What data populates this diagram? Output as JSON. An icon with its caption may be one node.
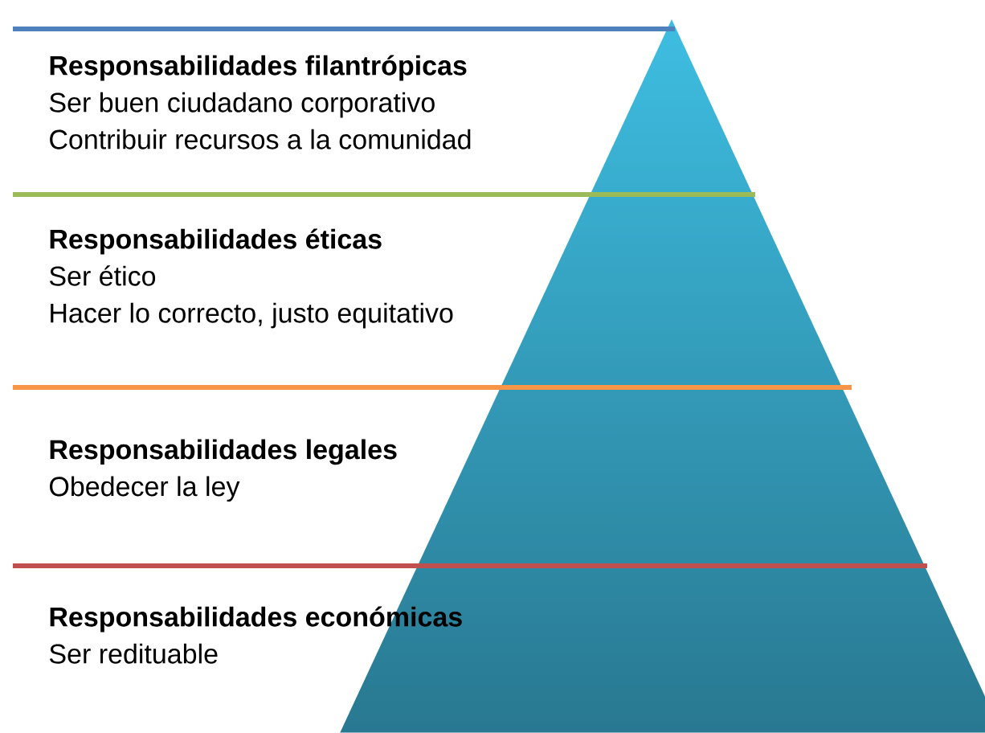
{
  "diagram": {
    "nodes": [
      {
        "text": [
          "Responsabilidades filantrópicas",
          "Ser buen ciudadano corporativo",
          "Contribuir recursos a la comunidad"
        ]
      },
      {
        "text": [
          "Responsabilidades éticas",
          "Ser ético",
          "Hacer lo correcto, justo equitativo"
        ]
      },
      {
        "text": [
          "Responsabilidades legales",
          "Obedecer la ley"
        ]
      },
      {
        "text": [
          "Responsabilidades económicas",
          "Ser redituable"
        ]
      }
    ]
  }
}
